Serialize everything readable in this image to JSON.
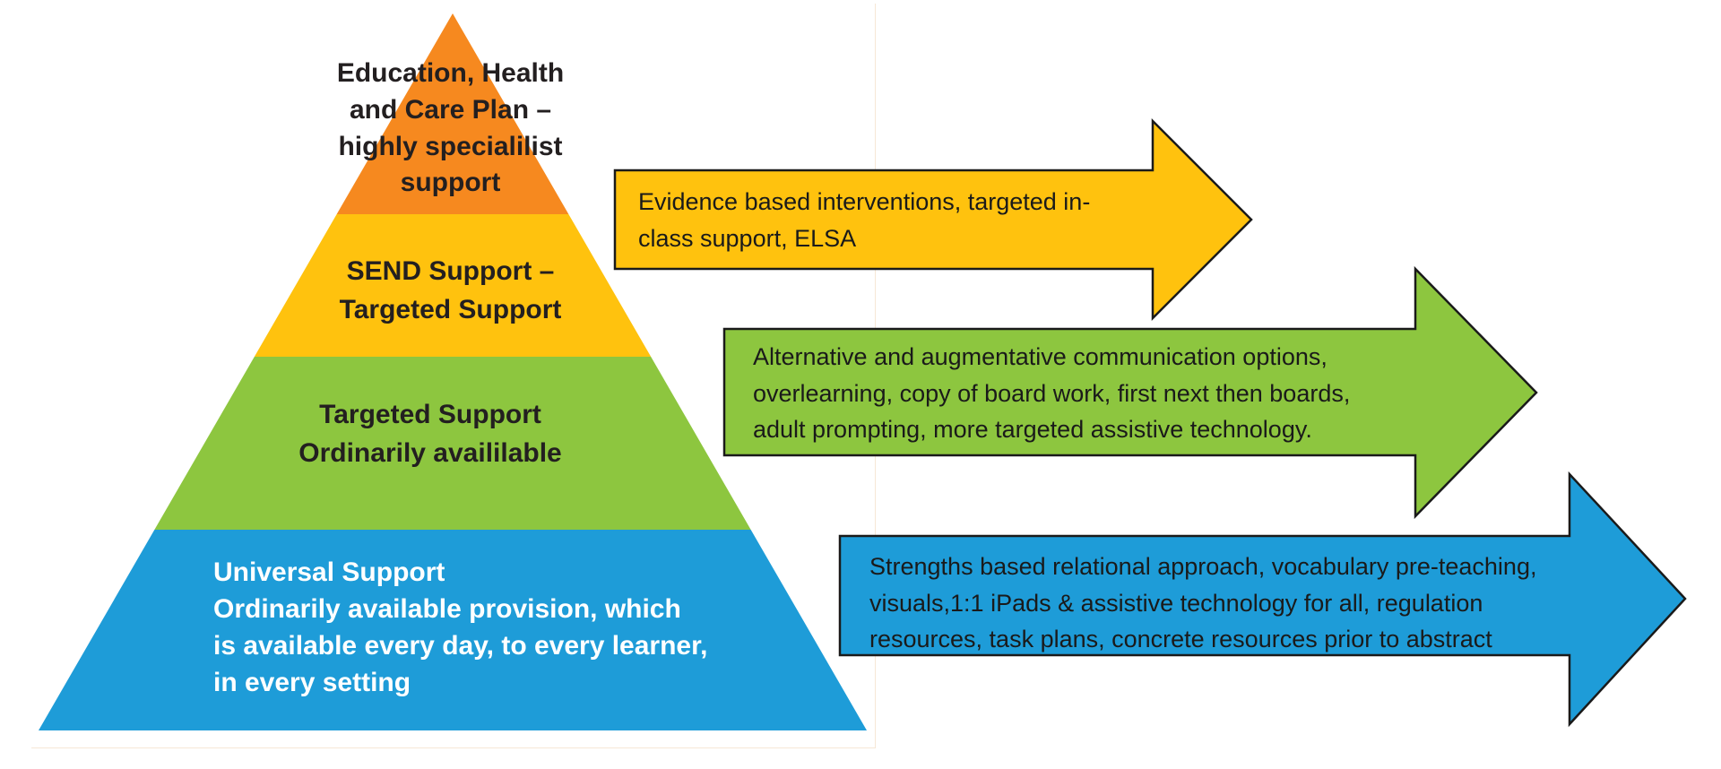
{
  "pyramid": {
    "tiers": [
      {
        "id": "ehcp",
        "label": "Education, Health\nand Care Plan –\nhighly specialilist\nsupport",
        "color": "#f6891f"
      },
      {
        "id": "send",
        "label": "SEND Support –\nTargeted Support",
        "color": "#ffc20e"
      },
      {
        "id": "targeted",
        "label": "Targeted Support\nOrdinarily availilable",
        "color": "#8dc63f"
      },
      {
        "id": "universal",
        "label": "Universal Support\nOrdinarily available provision, which\nis available every day, to every learner,\nin every setting",
        "color": "#1e9cd8"
      }
    ]
  },
  "arrows": [
    {
      "id": "targeted-interventions",
      "text": "Evidence based interventions, targeted in-\nclass support, ELSA",
      "color": "#ffc20e",
      "outline": "#1a1a1a"
    },
    {
      "id": "ordinarily-available",
      "text": "Alternative and augmentative communication options,\noverlearning, copy of board work, first next then boards,\nadult prompting, more targeted assistive technology.",
      "color": "#8dc63f",
      "outline": "#1a1a1a"
    },
    {
      "id": "universal-provision",
      "text": "Strengths based relational approach, vocabulary pre-teaching,\nvisuals,1:1 iPads & assistive technology for all,  regulation\nresources, task plans, concrete resources prior to abstract",
      "color": "#1e9cd8",
      "outline": "#1a1a1a"
    }
  ]
}
